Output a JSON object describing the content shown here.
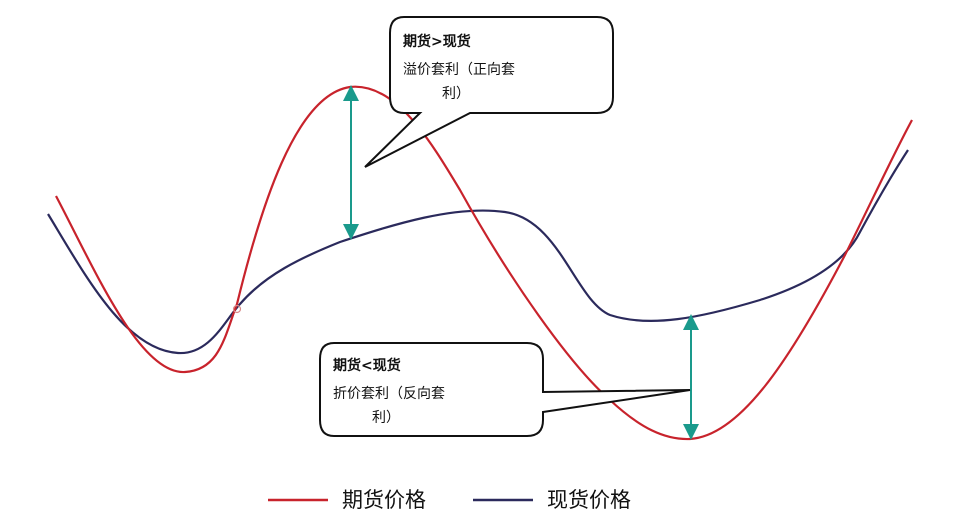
{
  "diagram": {
    "series": [
      {
        "name": "期货价格",
        "color": "#c8232c"
      },
      {
        "name": "现货价格",
        "color": "#2b2a5c"
      }
    ],
    "arrow_color": "#1a9a8c",
    "callouts": {
      "contango": {
        "title": "期货>现货",
        "line1": "溢价套利（正向套",
        "line2": "利）"
      },
      "backwardation": {
        "title": "期货<现货",
        "line1": "折价套利（反向套",
        "line2": "利）"
      }
    }
  }
}
